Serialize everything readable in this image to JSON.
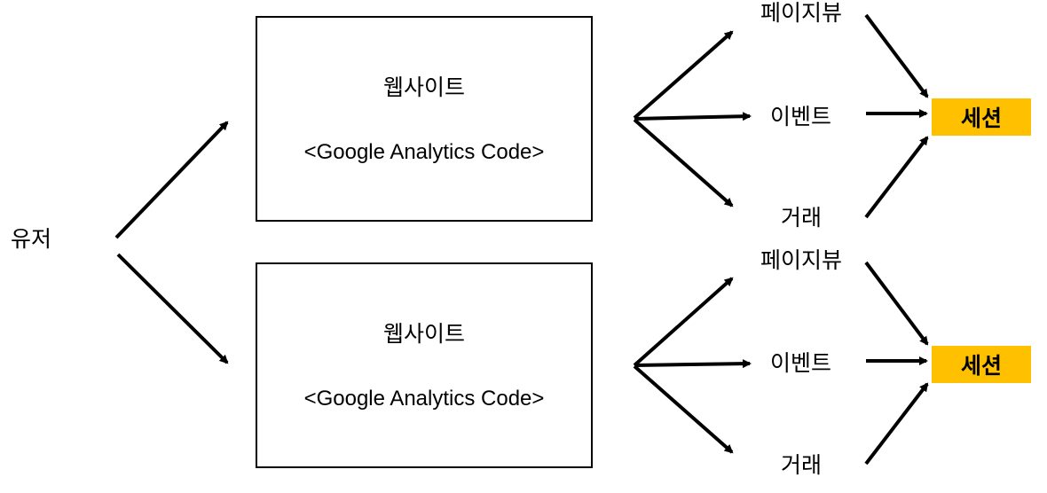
{
  "user": {
    "label": "유저"
  },
  "colors": {
    "session_fill": "#FFC000",
    "line": "#000000"
  },
  "flows": [
    {
      "website": {
        "title": "웹사이트",
        "code": "<Google Analytics Code>"
      },
      "hits": {
        "pageview": "페이지뷰",
        "event": "이벤트",
        "transaction": "거래"
      },
      "session": {
        "label": "세션"
      }
    },
    {
      "website": {
        "title": "웹사이트",
        "code": "<Google Analytics Code>"
      },
      "hits": {
        "pageview": "페이지뷰",
        "event": "이벤트",
        "transaction": "거래"
      },
      "session": {
        "label": "세션"
      }
    }
  ]
}
